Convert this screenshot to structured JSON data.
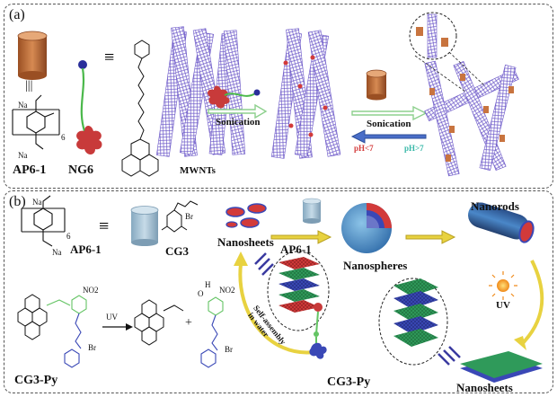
{
  "panel_a": {
    "label": "(a)",
    "ap6_label": "AP6-1",
    "ng6_label": "NG6",
    "mwnt_label": "MWNTs",
    "sonication_1": "Sonication",
    "sonication_2": "Sonication",
    "ph_low": "pH<7",
    "ph_high": "pH>7",
    "na1": "Na",
    "na2": "Na",
    "n_count": "6",
    "equiv": "≡",
    "parallel": "|||"
  },
  "panel_b": {
    "label": "(b)",
    "na_top": "Na",
    "na_bottom": "Na",
    "n_count": "6",
    "equiv": "≡",
    "ap6_label": "AP6-1",
    "cg3_label": "CG3",
    "br_label": "Br",
    "nanosheets_top": "Nanosheets",
    "ap6_arrow_label": "AP6-1",
    "nanospheres": "Nanospheres",
    "nanorods": "Nanorods",
    "uv_left": "UV",
    "uv_right": "UV",
    "cg3py_left": "CG3-Py",
    "cg3py_bottom": "CG3-Py",
    "self_assembly": "Self-assembly",
    "in_water": "in water",
    "nanosheets_bottom": "Nanosheets",
    "no2_1": "NO2",
    "no2_2": "NO2",
    "plus": "+",
    "br2": "Br",
    "br3": "Br",
    "o_label": "O",
    "h_label": "H"
  },
  "colors": {
    "tube_orange": "#c8743f",
    "tube_blue": "#a9c4d6",
    "nanotube_purple": "#6b57c8",
    "sheet_green": "#2f9a5a",
    "sheet_blue": "#3a48b6",
    "sheet_red": "#d23a3a",
    "arrow_green": "#8dd08d",
    "arrow_blue": "#4a6ec8",
    "arrow_yellow": "#e8d240",
    "ph_red": "#d43c3c",
    "ph_green": "#37b8a8",
    "chain_green": "#64c464"
  }
}
